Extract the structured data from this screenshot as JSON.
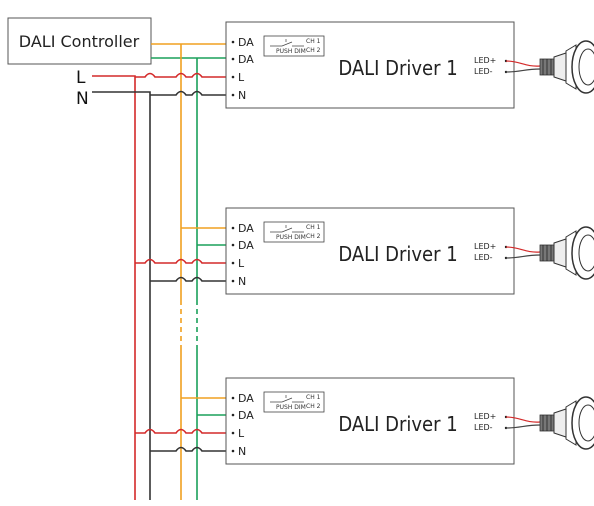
{
  "controller": {
    "label": "DALI Controller"
  },
  "mains": {
    "live_label": "L",
    "neutral_label": "N"
  },
  "colors": {
    "live": "#d42a2a",
    "neutral": "#333333",
    "da1": "#f0a020",
    "da2": "#1aa05a",
    "box_stroke": "#555555"
  },
  "drivers": [
    {
      "name": "DALI Driver 1",
      "terminals": [
        "DA",
        "DA",
        "L",
        "N"
      ],
      "switch_labels": [
        "PUSH DIM",
        "CH 1",
        "CH 2"
      ],
      "led_plus": "LED+",
      "led_minus": "LED-"
    },
    {
      "name": "DALI Driver 1",
      "terminals": [
        "DA",
        "DA",
        "L",
        "N"
      ],
      "switch_labels": [
        "PUSH DIM",
        "CH 1",
        "CH 2"
      ],
      "led_plus": "LED+",
      "led_minus": "LED-"
    },
    {
      "name": "DALI Driver 1",
      "terminals": [
        "DA",
        "DA",
        "L",
        "N"
      ],
      "switch_labels": [
        "PUSH DIM",
        "CH 1",
        "CH 2"
      ],
      "led_plus": "LED+",
      "led_minus": "LED-"
    }
  ],
  "lamp_icon": "downlight-lamp-icon"
}
